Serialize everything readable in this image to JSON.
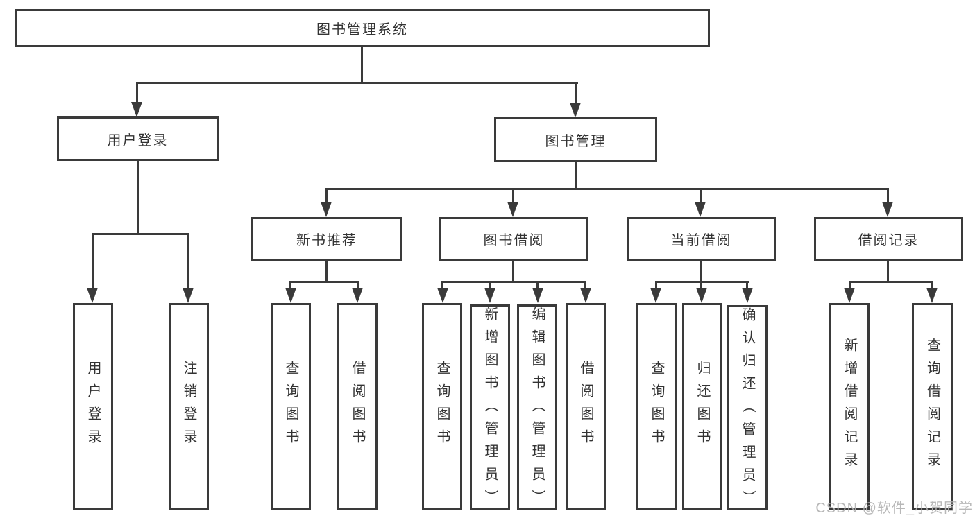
{
  "tree": {
    "label": "图书管理系统",
    "children": [
      {
        "label": "用户登录",
        "children": [
          {
            "label": "用户登录"
          },
          {
            "label": "注销登录"
          }
        ]
      },
      {
        "label": "图书管理",
        "children": [
          {
            "label": "新书推荐",
            "children": [
              {
                "label": "查询图书"
              },
              {
                "label": "借阅图书"
              }
            ]
          },
          {
            "label": "图书借阅",
            "children": [
              {
                "label": "查询图书"
              },
              {
                "label": "新增图书（管理员）"
              },
              {
                "label": "编辑图书（管理员）"
              },
              {
                "label": "借阅图书"
              }
            ]
          },
          {
            "label": "当前借阅",
            "children": [
              {
                "label": "查询图书"
              },
              {
                "label": "归还图书"
              },
              {
                "label": "确认归还（管理员）"
              }
            ]
          },
          {
            "label": "借阅记录",
            "children": [
              {
                "label": "新增借阅记录"
              },
              {
                "label": "查询借阅记录"
              }
            ]
          }
        ]
      }
    ]
  },
  "watermark": {
    "text": "CSDN @软件_小贺同学"
  },
  "colors": {
    "line": "#3a3a3a",
    "box_border": "#3a3a3a",
    "text": "#333333",
    "background": "#ffffff",
    "watermark": "#b2b2b2"
  }
}
